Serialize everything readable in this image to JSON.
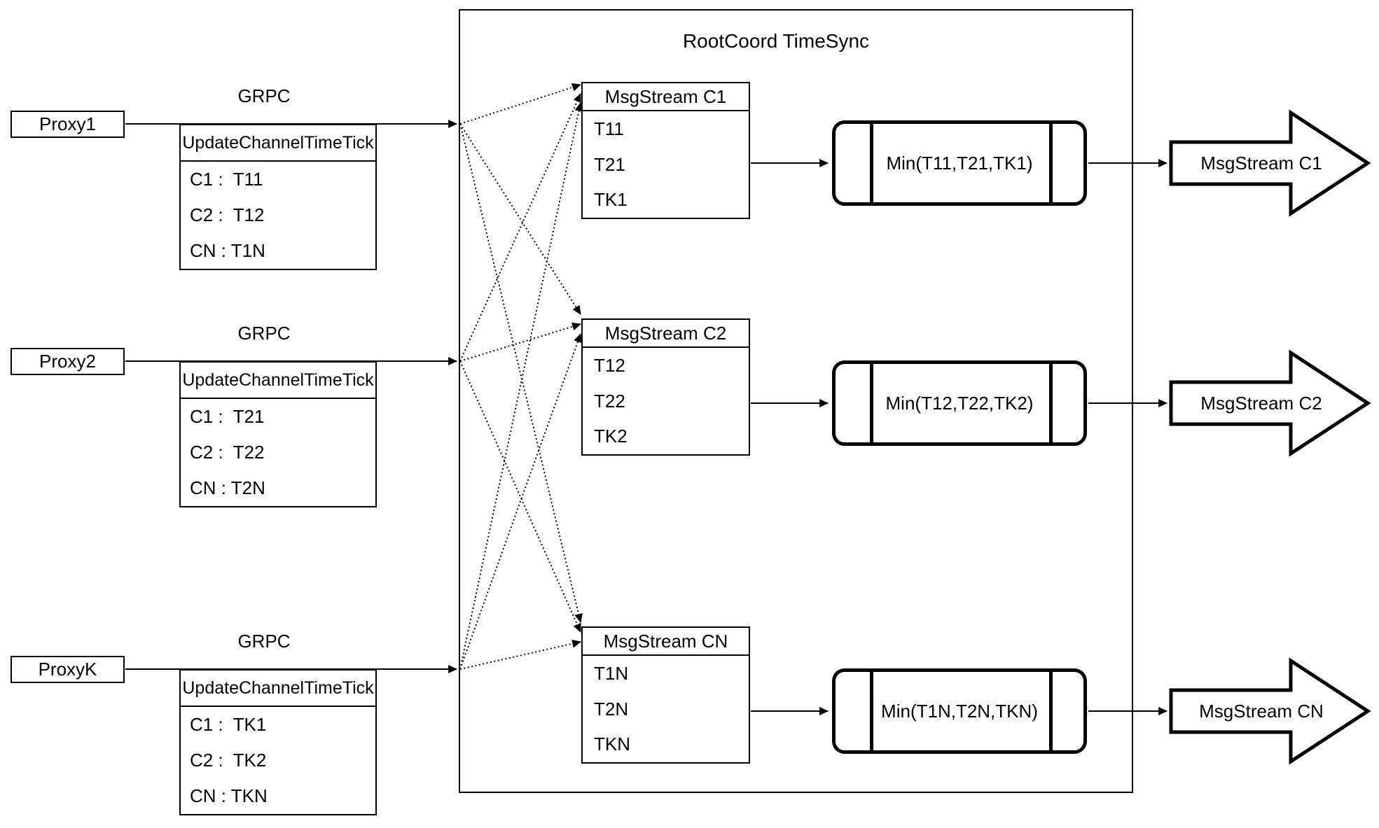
{
  "diagram": {
    "container_title": "RootCoord TimeSync",
    "grpc_label": "GRPC",
    "update_table_header": "UpdateChannelTimeTick",
    "colors": {
      "stroke": "#000000",
      "background": "#ffffff"
    },
    "proxies": [
      {
        "name": "Proxy1",
        "ticks": [
          "C1 :  T11",
          "C2 :  T12",
          "CN : T1N"
        ]
      },
      {
        "name": "Proxy2",
        "ticks": [
          "C1 :  T21",
          "C2 :  T22",
          "CN : T2N"
        ]
      },
      {
        "name": "ProxyK",
        "ticks": [
          "C1 :  TK1",
          "C2 :  TK2",
          "CN : TKN"
        ]
      }
    ],
    "streams": [
      {
        "header": "MsgStream C1",
        "rows": [
          "T11",
          "T21",
          "TK1"
        ],
        "min": "Min(T11,T21,TK1)",
        "output": "MsgStream C1"
      },
      {
        "header": "MsgStream C2",
        "rows": [
          "T12",
          "T22",
          "TK2"
        ],
        "min": "Min(T12,T22,TK2)",
        "output": "MsgStream C2"
      },
      {
        "header": "MsgStream CN",
        "rows": [
          "T1N",
          "T2N",
          "TKN"
        ],
        "min": "Min(T1N,T2N,TKN)",
        "output": "MsgStream CN"
      }
    ]
  }
}
